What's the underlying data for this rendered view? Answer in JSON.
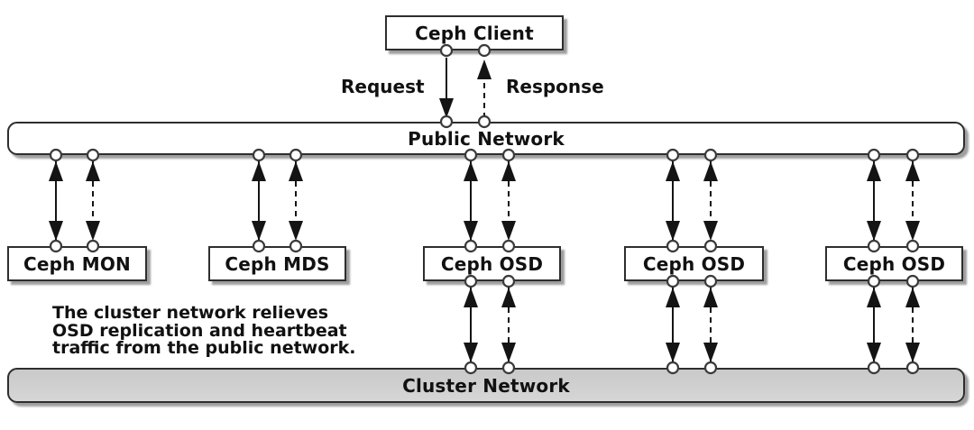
{
  "client": {
    "label": "Ceph Client"
  },
  "flow_labels": {
    "request": "Request",
    "response": "Response"
  },
  "public_network": {
    "label": "Public Network"
  },
  "cluster_network": {
    "label": "Cluster Network"
  },
  "nodes": [
    {
      "label": "Ceph MON"
    },
    {
      "label": "Ceph MDS"
    },
    {
      "label": "Ceph OSD"
    },
    {
      "label": "Ceph OSD"
    },
    {
      "label": "Ceph OSD"
    }
  ],
  "annotation": {
    "lines": [
      "The cluster network relieves",
      "OSD replication and heartbeat",
      "traffic from the public network."
    ]
  },
  "colors": {
    "line": "#141414",
    "box_border": "#2e2e2e",
    "box_fill": "#ffffff",
    "cluster_fill": "#cfcfcf",
    "text": "#111111",
    "circle_fill": "#ffffff",
    "circle_stroke": "#3a3a3a"
  }
}
